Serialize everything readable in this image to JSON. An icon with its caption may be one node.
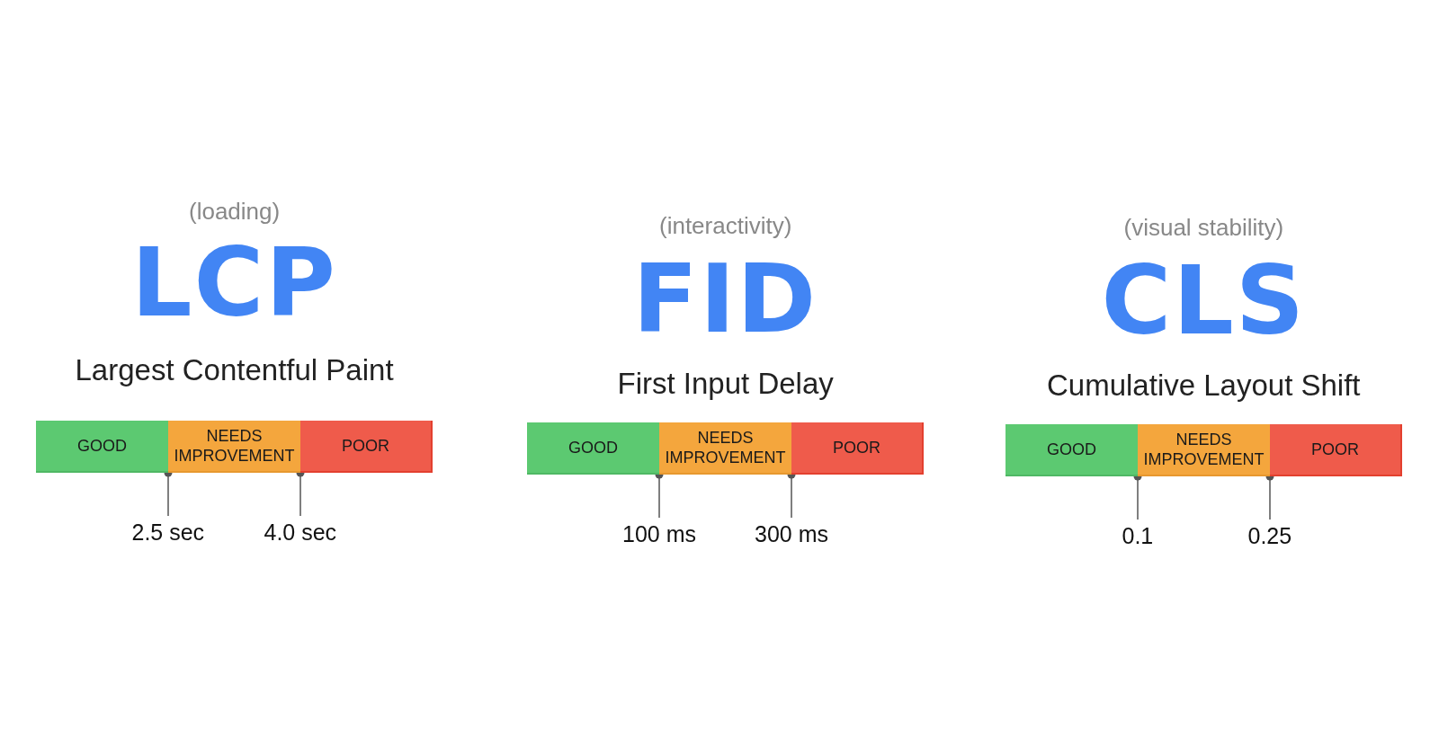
{
  "diagram": {
    "nodes": [
      {
        "text": [
          "GOOD"
        ]
      },
      {
        "text": [
          "NEEDS IMPROVEMENT"
        ]
      },
      {
        "text": [
          "POOR"
        ]
      },
      {
        "text": [
          "2.5 sec"
        ]
      },
      {
        "text": [
          "4.0 sec"
        ]
      },
      {
        "text": [
          "GOOD"
        ]
      },
      {
        "text": [
          "NEEDS IMPROVEMENT"
        ]
      },
      {
        "text": [
          "POOR"
        ]
      },
      {
        "text": [
          "100 ms"
        ]
      },
      {
        "text": [
          "300 ms"
        ]
      },
      {
        "text": [
          "GOOD"
        ]
      },
      {
        "text": [
          "NEEDS IMPROVEMENT"
        ]
      },
      {
        "text": [
          "POOR"
        ]
      },
      {
        "text": [
          "0.1"
        ]
      },
      {
        "text": [
          "0.25"
        ]
      }
    ],
    "edges": [
      {
        "from": 3,
        "to": 0,
        "arrow": "other"
      },
      {
        "from": 4,
        "to": 1,
        "arrow": "other"
      },
      {
        "from": 8,
        "to": 5,
        "arrow": "other"
      },
      {
        "from": 9,
        "to": 6,
        "arrow": "other"
      },
      {
        "from": 13,
        "to": 10,
        "arrow": "other"
      },
      {
        "from": 14,
        "to": 11,
        "arrow": "other"
      }
    ],
    "labels": [
      "(loading)",
      "LCP",
      "Largest Contentful Paint",
      "(interactivity)",
      "FID",
      "First Input Delay",
      "(visual stability)",
      "CLS",
      "Cumulative Layout Shift"
    ]
  }
}
